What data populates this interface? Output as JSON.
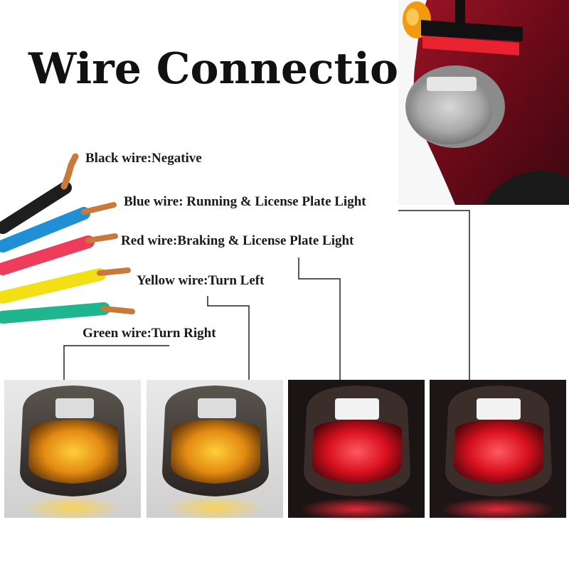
{
  "title": "Wire Connection",
  "wires": [
    {
      "label": "Black wire:Negative",
      "color": "#1e1e1e"
    },
    {
      "label": "Blue wire: Running & License Plate Light",
      "color": "#1f8fd6"
    },
    {
      "label": "Red wire:Braking & License Plate Light",
      "color": "#ee3d5c"
    },
    {
      "label": "Yellow wire:Turn Left",
      "color": "#f2df16"
    },
    {
      "label": "Green wire:Turn Right",
      "color": "#1fb58e"
    }
  ],
  "lights": [
    {
      "state": "Turn Right",
      "lens_color": "#f2a11a"
    },
    {
      "state": "Turn Left",
      "lens_color": "#f2a11a"
    },
    {
      "state": "Braking",
      "lens_color": "#ff2030"
    },
    {
      "state": "Running",
      "lens_color": "#ff2030"
    }
  ]
}
